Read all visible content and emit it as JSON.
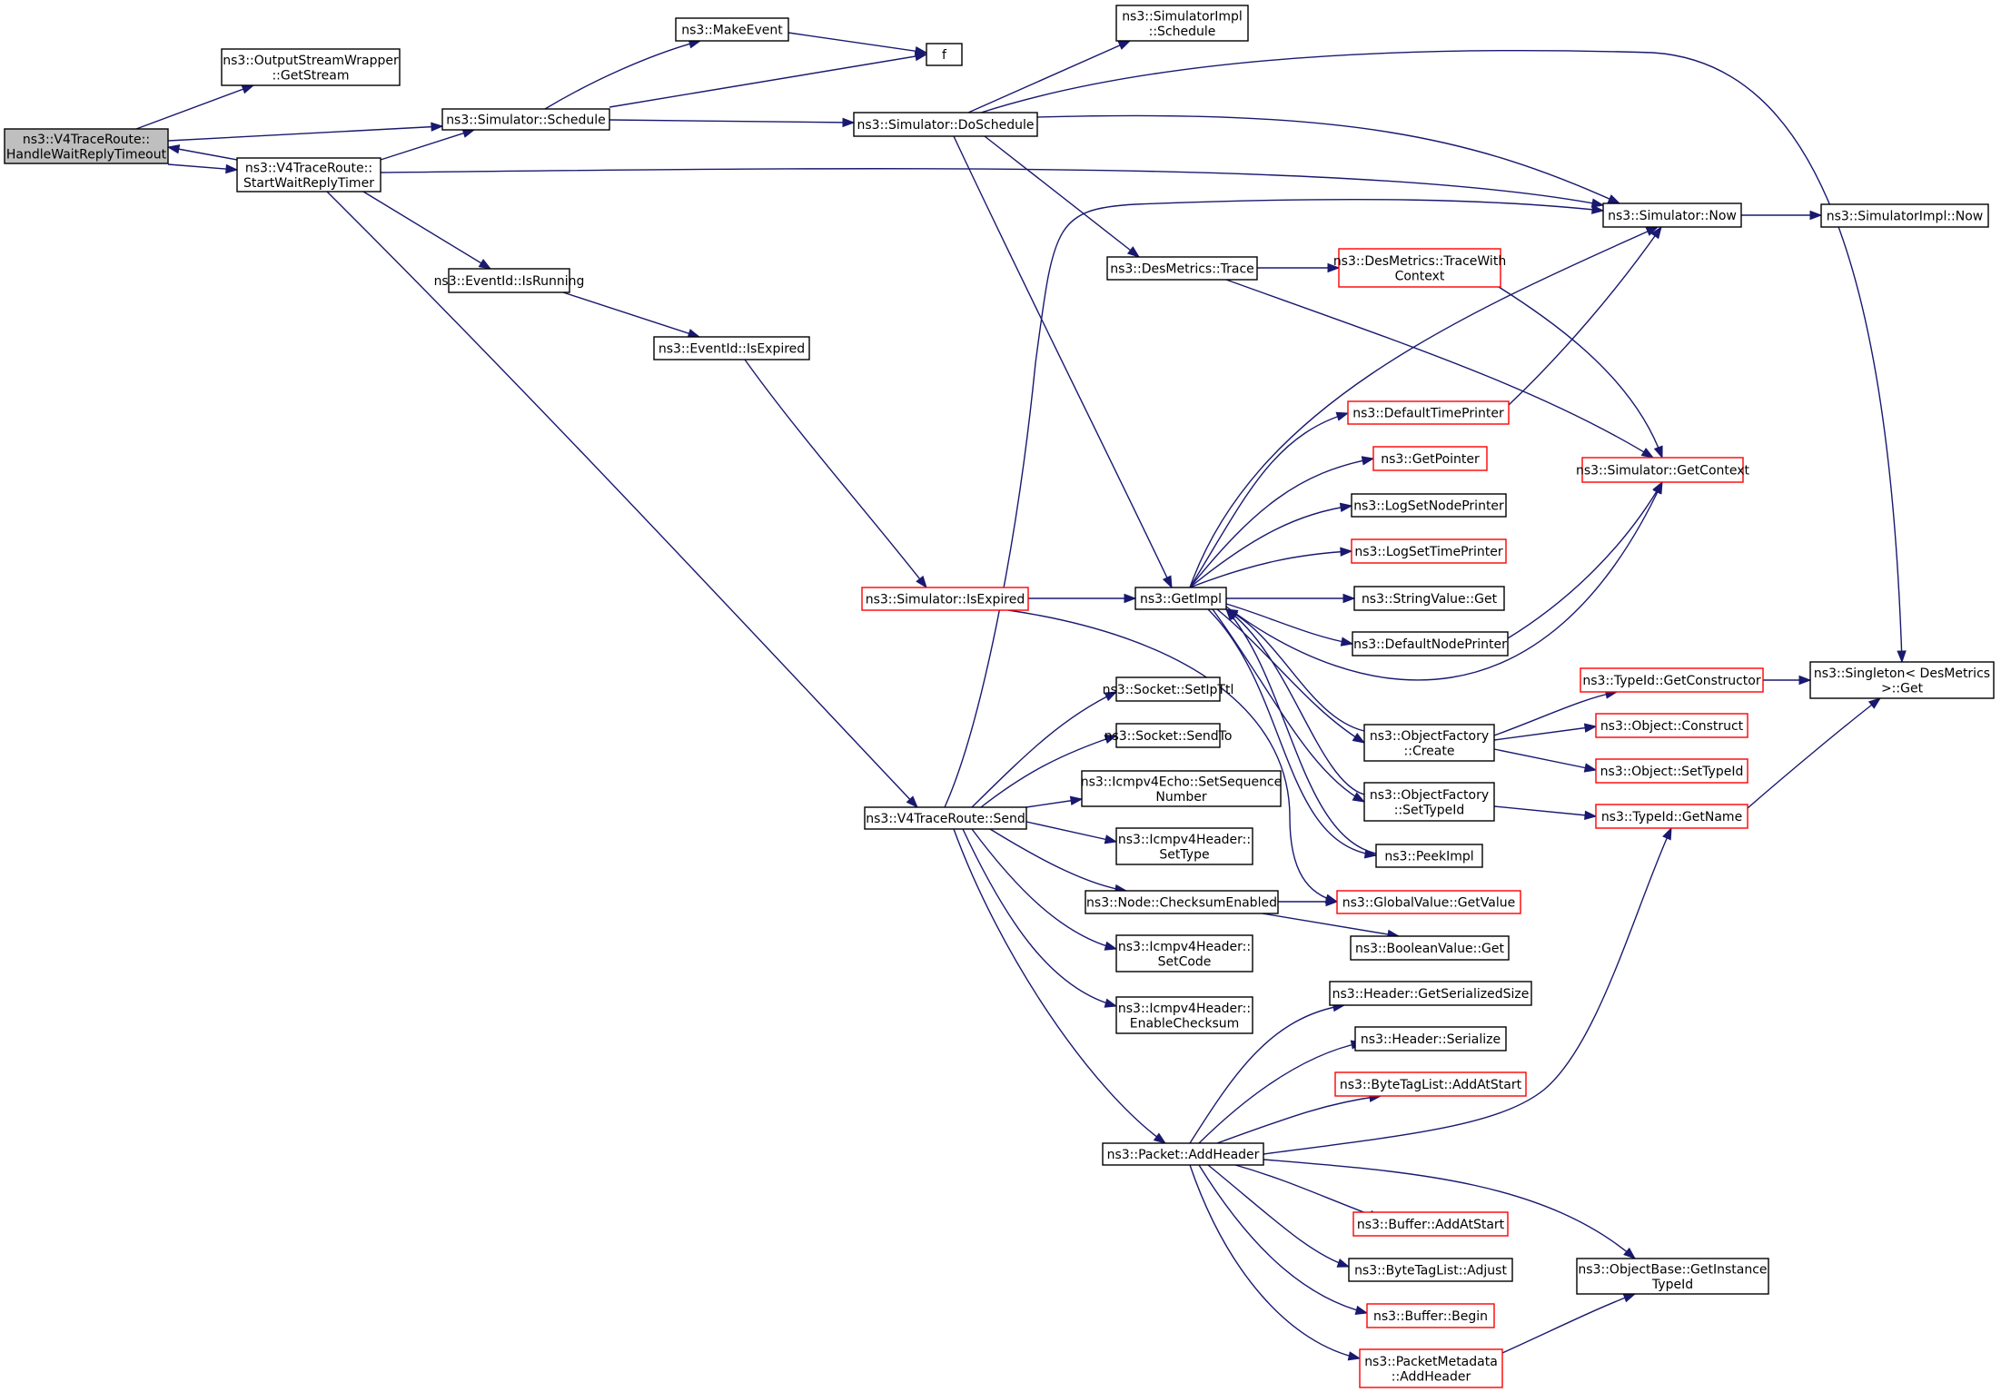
{
  "colors": {
    "edge": "#191970",
    "border_normal": "#000000",
    "border_truncated": "#ff0000",
    "fill_root": "#bfbfbf",
    "fill_normal": "#ffffff"
  },
  "nodes": [
    {
      "id": "root",
      "lines": [
        "ns3::V4TraceRoute::",
        "HandleWaitReplyTimeout"
      ],
      "style": "root"
    },
    {
      "id": "getstream",
      "lines": [
        "ns3::OutputStreamWrapper",
        "::GetStream"
      ],
      "style": "normal"
    },
    {
      "id": "sched",
      "lines": [
        "ns3::Simulator::Schedule"
      ],
      "style": "normal"
    },
    {
      "id": "startwait",
      "lines": [
        "ns3::V4TraceRoute::",
        "StartWaitReplyTimer"
      ],
      "style": "normal"
    },
    {
      "id": "makeevent",
      "lines": [
        "ns3::MakeEvent"
      ],
      "style": "normal"
    },
    {
      "id": "f",
      "lines": [
        "f"
      ],
      "style": "normal"
    },
    {
      "id": "doschedule",
      "lines": [
        "ns3::Simulator::DoSchedule"
      ],
      "style": "normal"
    },
    {
      "id": "simimplsched",
      "lines": [
        "ns3::SimulatorImpl",
        "::Schedule"
      ],
      "style": "normal"
    },
    {
      "id": "isrunning",
      "lines": [
        "ns3::EventId::IsRunning"
      ],
      "style": "normal"
    },
    {
      "id": "evexpired",
      "lines": [
        "ns3::EventId::IsExpired"
      ],
      "style": "normal"
    },
    {
      "id": "simexpired",
      "lines": [
        "ns3::Simulator::IsExpired"
      ],
      "style": "truncated"
    },
    {
      "id": "send",
      "lines": [
        "ns3::V4TraceRoute::Send"
      ],
      "style": "normal"
    },
    {
      "id": "destrace",
      "lines": [
        "ns3::DesMetrics::Trace"
      ],
      "style": "normal"
    },
    {
      "id": "tracectx",
      "lines": [
        "ns3::DesMetrics::TraceWith",
        "Context"
      ],
      "style": "truncated"
    },
    {
      "id": "now",
      "lines": [
        "ns3::Simulator::Now"
      ],
      "style": "normal"
    },
    {
      "id": "implnow",
      "lines": [
        "ns3::SimulatorImpl::Now"
      ],
      "style": "normal"
    },
    {
      "id": "getctx",
      "lines": [
        "ns3::Simulator::GetContext"
      ],
      "style": "truncated"
    },
    {
      "id": "deftime",
      "lines": [
        "ns3::DefaultTimePrinter"
      ],
      "style": "truncated"
    },
    {
      "id": "getptr",
      "lines": [
        "ns3::GetPointer"
      ],
      "style": "truncated"
    },
    {
      "id": "lognode",
      "lines": [
        "ns3::LogSetNodePrinter"
      ],
      "style": "normal"
    },
    {
      "id": "logtime",
      "lines": [
        "ns3::LogSetTimePrinter"
      ],
      "style": "truncated"
    },
    {
      "id": "getimpl",
      "lines": [
        "ns3::GetImpl"
      ],
      "style": "normal"
    },
    {
      "id": "strget",
      "lines": [
        "ns3::StringValue::Get"
      ],
      "style": "normal"
    },
    {
      "id": "defnode",
      "lines": [
        "ns3::DefaultNodePrinter"
      ],
      "style": "normal"
    },
    {
      "id": "ofcreate",
      "lines": [
        "ns3::ObjectFactory",
        "::Create"
      ],
      "style": "normal"
    },
    {
      "id": "ofsettype",
      "lines": [
        "ns3::ObjectFactory",
        "::SetTypeId"
      ],
      "style": "normal"
    },
    {
      "id": "peekimpl",
      "lines": [
        "ns3::PeekImpl"
      ],
      "style": "normal"
    },
    {
      "id": "gvget",
      "lines": [
        "ns3::GlobalValue::GetValue"
      ],
      "style": "truncated"
    },
    {
      "id": "tidctor",
      "lines": [
        "ns3::TypeId::GetConstructor"
      ],
      "style": "truncated"
    },
    {
      "id": "singleton",
      "lines": [
        "ns3::Singleton< DesMetrics",
        ">::Get"
      ],
      "style": "normal"
    },
    {
      "id": "objconstruct",
      "lines": [
        "ns3::Object::Construct"
      ],
      "style": "truncated"
    },
    {
      "id": "objsettype",
      "lines": [
        "ns3::Object::SetTypeId"
      ],
      "style": "truncated"
    },
    {
      "id": "tidname",
      "lines": [
        "ns3::TypeId::GetName"
      ],
      "style": "truncated"
    },
    {
      "id": "setipttl",
      "lines": [
        "ns3::Socket::SetIpTtl"
      ],
      "style": "normal"
    },
    {
      "id": "sendto",
      "lines": [
        "ns3::Socket::SendTo"
      ],
      "style": "normal"
    },
    {
      "id": "setseq",
      "lines": [
        "ns3::Icmpv4Echo::SetSequence",
        "Number"
      ],
      "style": "normal"
    },
    {
      "id": "settype",
      "lines": [
        "ns3::Icmpv4Header::",
        "SetType"
      ],
      "style": "normal"
    },
    {
      "id": "cksum",
      "lines": [
        "ns3::Node::ChecksumEnabled"
      ],
      "style": "normal"
    },
    {
      "id": "boolget",
      "lines": [
        "ns3::BooleanValue::Get"
      ],
      "style": "normal"
    },
    {
      "id": "setcode",
      "lines": [
        "ns3::Icmpv4Header::",
        "SetCode"
      ],
      "style": "normal"
    },
    {
      "id": "enablecksum",
      "lines": [
        "ns3::Icmpv4Header::",
        "EnableChecksum"
      ],
      "style": "normal"
    },
    {
      "id": "hdrsize",
      "lines": [
        "ns3::Header::GetSerializedSize"
      ],
      "style": "normal"
    },
    {
      "id": "hdrser",
      "lines": [
        "ns3::Header::Serialize"
      ],
      "style": "normal"
    },
    {
      "id": "btladdstart",
      "lines": [
        "ns3::ByteTagList::AddAtStart"
      ],
      "style": "truncated"
    },
    {
      "id": "addheader",
      "lines": [
        "ns3::Packet::AddHeader"
      ],
      "style": "normal"
    },
    {
      "id": "bufaddstart",
      "lines": [
        "ns3::Buffer::AddAtStart"
      ],
      "style": "truncated"
    },
    {
      "id": "btladjust",
      "lines": [
        "ns3::ByteTagList::Adjust"
      ],
      "style": "normal"
    },
    {
      "id": "bufbegin",
      "lines": [
        "ns3::Buffer::Begin"
      ],
      "style": "truncated"
    },
    {
      "id": "pmaddheader",
      "lines": [
        "ns3::PacketMetadata",
        "::AddHeader"
      ],
      "style": "truncated"
    },
    {
      "id": "objbasetid",
      "lines": [
        "ns3::ObjectBase::GetInstance",
        "TypeId"
      ],
      "style": "normal"
    }
  ]
}
